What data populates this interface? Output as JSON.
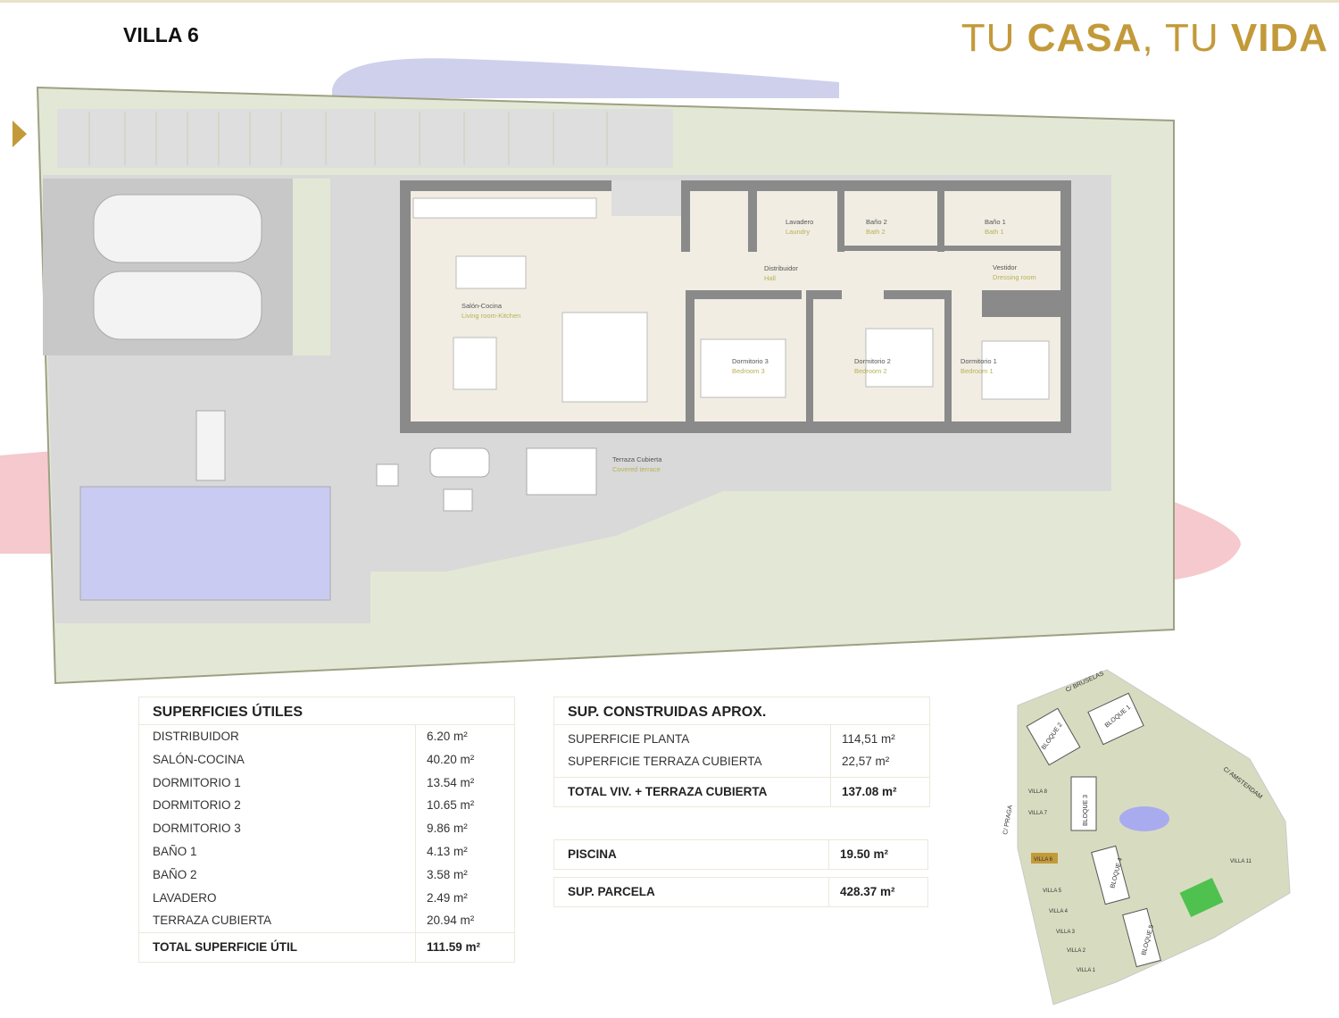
{
  "header": {
    "title": "VILLA 6",
    "slogan_part1": "TU ",
    "slogan_bold1": "CASA",
    "slogan_part2": ", TU ",
    "slogan_bold2": "VIDA"
  },
  "colors": {
    "accent": "#c39a3a",
    "pool": "#c9cbf2",
    "garden": "#e3e8d6",
    "interior": "#f1ede3",
    "walls": "#8a8a8a",
    "paving": "#dcdcdc"
  },
  "floor_plan": {
    "rooms": [
      {
        "name": "Salón-Cocina",
        "en": "Living room-Kitchen"
      },
      {
        "name": "Distribuidor",
        "en": "Hall"
      },
      {
        "name": "Lavadero",
        "en": "Laundry"
      },
      {
        "name": "Baño 2",
        "en": "Bath 2"
      },
      {
        "name": "Baño 1",
        "en": "Bath 1"
      },
      {
        "name": "Vestidor",
        "en": "Dressing room"
      },
      {
        "name": "Dormitorio 3",
        "en": "Bedroom 3"
      },
      {
        "name": "Dormitorio 2",
        "en": "Bedroom 2"
      },
      {
        "name": "Dormitorio 1",
        "en": "Bedroom 1"
      },
      {
        "name": "Terraza Cubierta",
        "en": "Covered terrace"
      }
    ]
  },
  "superficies_utiles": {
    "title": "SUPERFICIES ÚTILES",
    "rows": [
      {
        "label": "DISTRIBUIDOR",
        "value": "6.20 m²"
      },
      {
        "label": "SALÓN-COCINA",
        "value": "40.20 m²"
      },
      {
        "label": "DORMITORIO 1",
        "value": "13.54 m²"
      },
      {
        "label": "DORMITORIO 2",
        "value": "10.65 m²"
      },
      {
        "label": "DORMITORIO 3",
        "value": "9.86 m²"
      },
      {
        "label": "BAÑO 1",
        "value": "4.13 m²"
      },
      {
        "label": "BAÑO 2",
        "value": "3.58 m²"
      },
      {
        "label": "LAVADERO",
        "value": "2.49 m²"
      },
      {
        "label": "TERRAZA CUBIERTA",
        "value": "20.94 m²"
      }
    ],
    "total": {
      "label": "TOTAL SUPERFICIE ÚTIL",
      "value": "111.59 m²"
    }
  },
  "sup_construidas": {
    "title": "SUP. CONSTRUIDAS APROX.",
    "rows": [
      {
        "label": "SUPERFICIE PLANTA",
        "value": "114,51 m²"
      },
      {
        "label": "SUPERFICIE TERRAZA CUBIERTA",
        "value": "22,57 m²"
      }
    ],
    "total": {
      "label": "TOTAL VIV. + TERRAZA CUBIERTA",
      "value": "137.08 m²"
    }
  },
  "piscina": {
    "label": "PISCINA",
    "value": "19.50 m²"
  },
  "parcela": {
    "label": "SUP. PARCELA",
    "value": "428.37 m²"
  },
  "site_plan": {
    "streets": [
      "C/ BRUSELAS",
      "C/ AMSTERDAM",
      "C/ PRAGA"
    ],
    "blocks": [
      "BLOQUE 1",
      "BLOQUE 2",
      "BLOQUE 3",
      "BLOQUE 4",
      "BLOQUE 5"
    ],
    "villas": [
      "VILLA 8",
      "VILLA 7",
      "VILLA 6",
      "VILLA 5",
      "VILLA 4",
      "VILLA 3",
      "VILLA 2",
      "VILLA 1",
      "VILLA 11"
    ]
  }
}
